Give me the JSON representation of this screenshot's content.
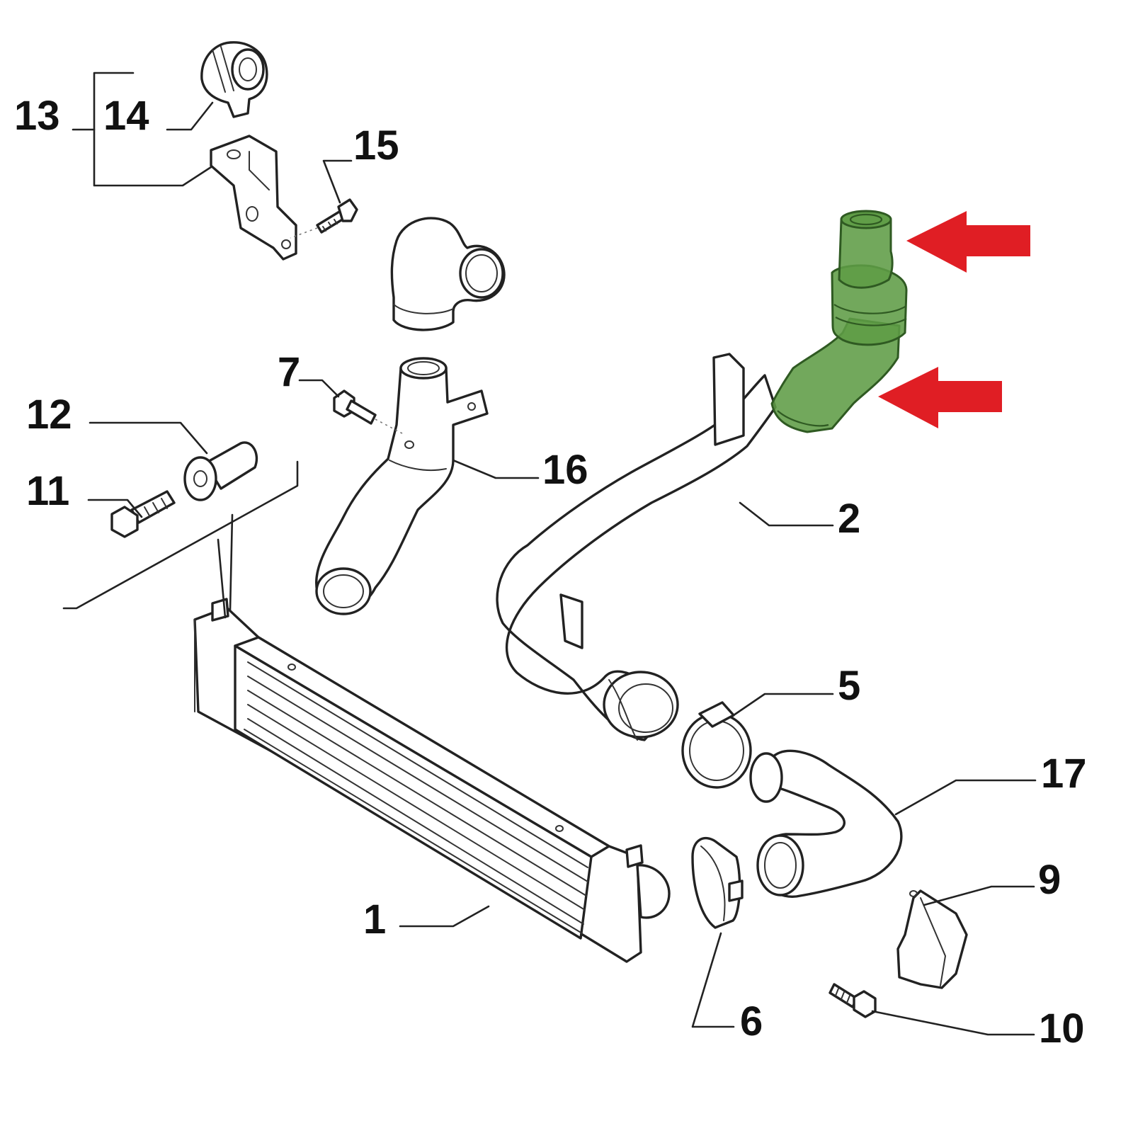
{
  "diagram": {
    "highlight_color": "#5e9c46",
    "arrow_color": "#e01e24",
    "callouts": [
      {
        "id": "1",
        "label": "1"
      },
      {
        "id": "2",
        "label": "2"
      },
      {
        "id": "5",
        "label": "5"
      },
      {
        "id": "6",
        "label": "6"
      },
      {
        "id": "7",
        "label": "7"
      },
      {
        "id": "9",
        "label": "9"
      },
      {
        "id": "10",
        "label": "10"
      },
      {
        "id": "11",
        "label": "11"
      },
      {
        "id": "12",
        "label": "12"
      },
      {
        "id": "13",
        "label": "13"
      },
      {
        "id": "14",
        "label": "14"
      },
      {
        "id": "15",
        "label": "15"
      },
      {
        "id": "16",
        "label": "16"
      },
      {
        "id": "17",
        "label": "17"
      }
    ]
  }
}
